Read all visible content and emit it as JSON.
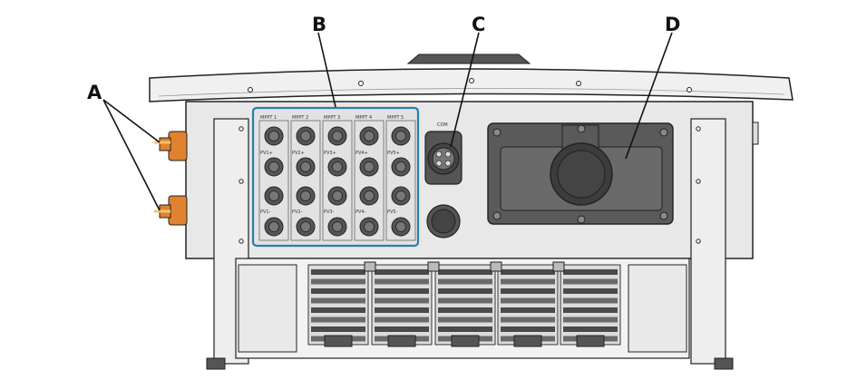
{
  "callouts": {
    "a": "A",
    "b": "B",
    "c": "C",
    "d": "D"
  },
  "panel_labels": {
    "mppt": [
      "MPPT 1",
      "MPPT 2",
      "MPPT 3",
      "MPPT 4",
      "MPPT 5"
    ],
    "pv_plus": [
      "PV1+",
      "PV2+",
      "PV3+",
      "PV4+",
      "PV5+"
    ],
    "pv_minus": [
      "PV1-",
      "PV2-",
      "PV3-",
      "PV4-",
      "PV5-"
    ],
    "com": "COM"
  },
  "colors": {
    "body": "#e8e8e8",
    "outline": "#222222",
    "gland_orange": "#e0822f",
    "highlight_box": "#2a7fa8",
    "connector_dark": "#555555",
    "vent_dark": "#4a4a4a"
  }
}
